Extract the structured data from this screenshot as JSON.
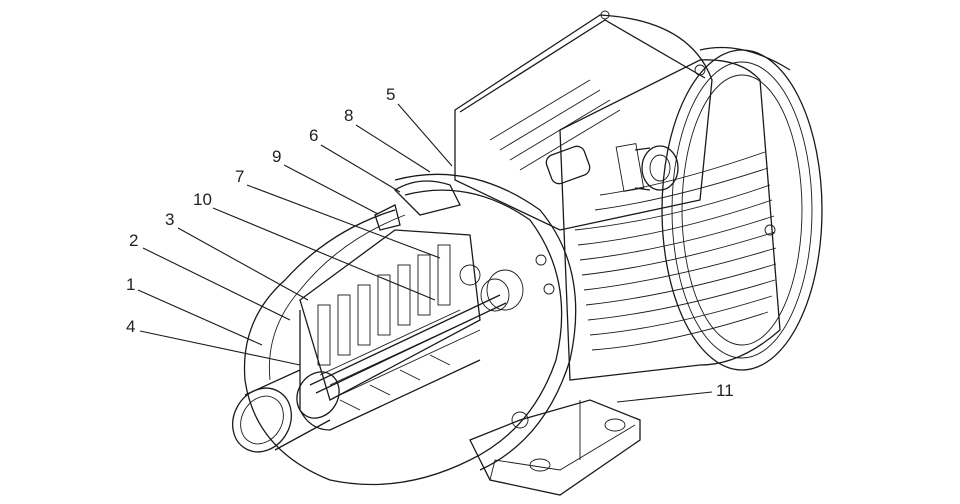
{
  "figure": {
    "labels": [
      "5",
      "8",
      "6",
      "9",
      "7",
      "10",
      "3",
      "2",
      "1",
      "4",
      "11"
    ]
  },
  "colors": {
    "line": "#1a1a1a",
    "background": "#ffffff"
  }
}
